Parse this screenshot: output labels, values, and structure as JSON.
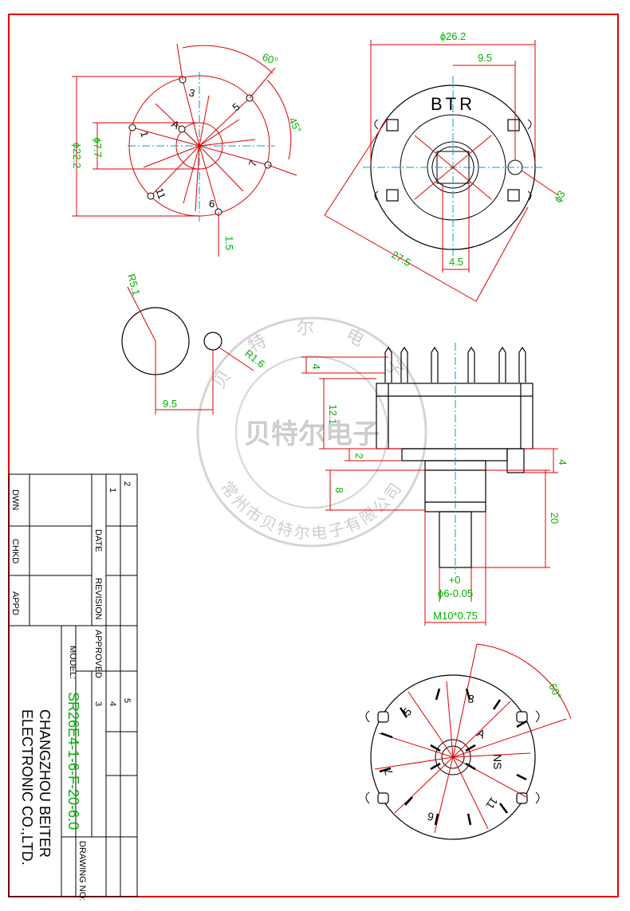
{
  "colors": {
    "dimension": "#00b000",
    "hatch": "#e00000",
    "line": "#000000",
    "center": "#00a0c8",
    "border": "#e00000",
    "watermark": "#c8c8c8"
  },
  "view_pin_layout": {
    "dims": {
      "angle": "60°",
      "angle2": "45°",
      "diameter": "ϕ22.2",
      "inner_diameter": "ϕ7.7",
      "hole": "1.5"
    },
    "pins": [
      "3",
      "5",
      "1",
      "A",
      "7",
      "11",
      "6"
    ]
  },
  "view_top": {
    "dims": {
      "outer": "ϕ26.2",
      "offset": "9.5",
      "hole": "ϕ3",
      "span": "27.5",
      "shaft": "4.5"
    },
    "logo": "BTR"
  },
  "view_knob": {
    "dims": {
      "large_radius": "R5.1",
      "small_radius": "R1.6",
      "distance": "9.5"
    }
  },
  "view_side": {
    "dims": {
      "pin_height": "4",
      "body_height": "12.1",
      "step": "2",
      "bushing": "8",
      "flange": "4",
      "shaft_length": "20",
      "tolerance": "+0",
      "shaft_diameter": "ϕ6-0.05",
      "thread": "M10*0.75"
    }
  },
  "view_bottom": {
    "dims": {
      "angle": "60°"
    },
    "pins": [
      "3",
      "5",
      "A",
      "NS",
      "7",
      "11",
      "6"
    ]
  },
  "watermark": {
    "center": "贝特尔电子",
    "ring_top": "贝 特 尔 电 子",
    "ring_bottom": "常州市贝特尔电子有限公司"
  },
  "title_block": {
    "rev_numbers": [
      "1",
      "2"
    ],
    "labels": {
      "dwn": "DWN",
      "chkd": "CHKD",
      "appd": "APPD",
      "date": "DATE",
      "revision": "REVISION",
      "approved": "APPROVED",
      "model": "MODEL:",
      "drawing_no": "DRAWING NO:"
    },
    "numbers": [
      "3",
      "4",
      "5"
    ],
    "model": "SR26E4-1-6-F-20-6.0",
    "company_line1": "CHANGZHOU BEITER",
    "company_line2": "ELECTRONIC CO.,LTD."
  }
}
